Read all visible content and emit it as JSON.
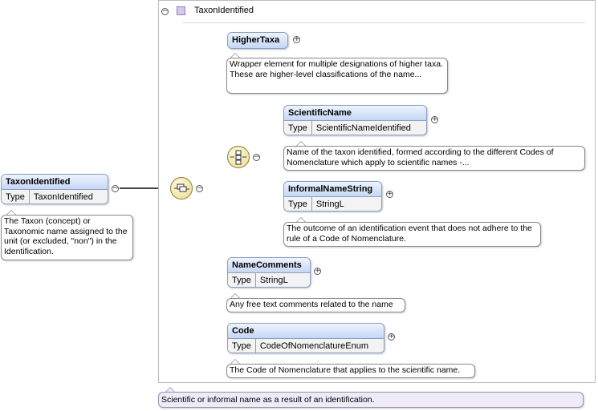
{
  "group": {
    "title": "TaxonIdentified"
  },
  "root": {
    "name": "TaxonIdentified",
    "type_label": "Type",
    "type_value": "TaxonIdentified",
    "note": "The Taxon (concept) or Taxonomic name assigned to the unit (or excluded, \"non\") in the Identification."
  },
  "elements": {
    "higher_taxa": {
      "name": "HigherTaxa",
      "note": "Wrapper element for multiple designations of higher taxa. These are higher-level classifications of the name..."
    },
    "scientific_name": {
      "name": "ScientificName",
      "type_label": "Type",
      "type_value": "ScientificNameIdentified",
      "note": "Name of the taxon identified, formed according to the different Codes of Nomenclature which apply to scientific names -..."
    },
    "informal_name": {
      "name": "InformalNameString",
      "type_label": "Type",
      "type_value": "StringL",
      "note": "The outcome of an identification event that does not adhere to the rule of a Code of Nomenclature."
    },
    "name_comments": {
      "name": "NameComments",
      "type_label": "Type",
      "type_value": "StringL",
      "note": "Any free text comments related to the name"
    },
    "code": {
      "name": "Code",
      "type_label": "Type",
      "type_value": "CodeOfNomenclatureEnum",
      "note": "The Code of Nomenclature that applies to the scientific name."
    }
  },
  "bottom_note": "Scientific or informal name as a result of an identification.",
  "symbols": {
    "minus": "−",
    "plus": "+"
  },
  "icons": [
    "minus-circle-icon",
    "plus-circle-icon",
    "sequence-compositor-icon",
    "choice-compositor-icon",
    "group-square-icon"
  ]
}
